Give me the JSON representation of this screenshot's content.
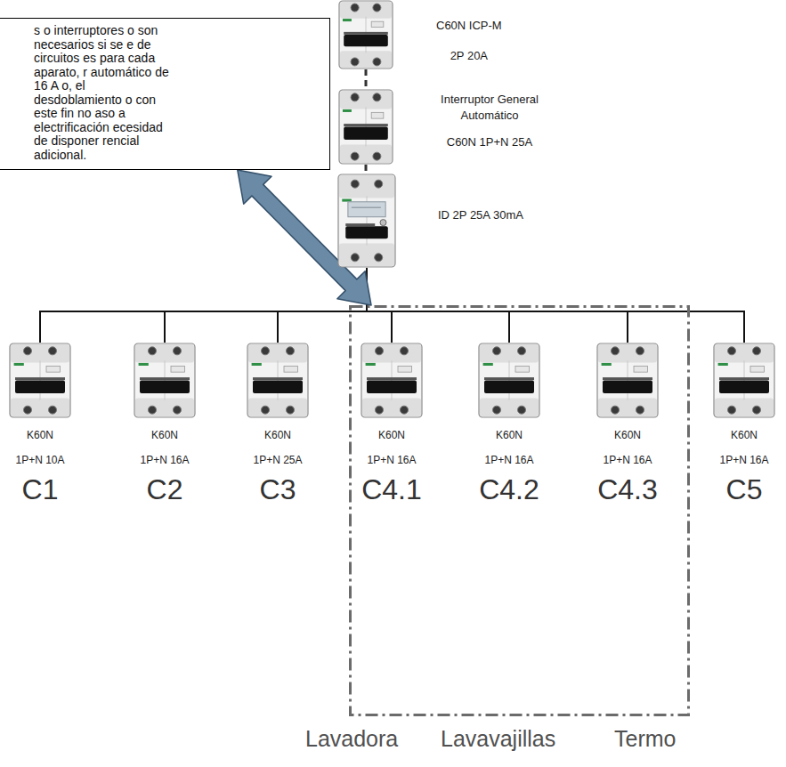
{
  "diagram": {
    "nodes": [
      {
        "text": [
          "s o interruptores o son necesarios si se e de circuitos es para cada aparato, r automático de 16 A o, el desdoblamiento o con este fin no aso a electrificación ecesidad de disponer rencial adicional."
        ]
      },
      {
        "text": [
          "C60N ICP-M",
          "2P 20A"
        ]
      },
      {
        "text": [
          "Interruptor General Automático",
          "C60N 1P+N 25A"
        ]
      },
      {
        "text": [
          "ID 2P 25A 30mA"
        ]
      },
      {
        "text": [
          "K60N",
          "1P+N 10A",
          "C1"
        ]
      },
      {
        "text": [
          "K60N",
          "1P+N 16A",
          "C2"
        ]
      },
      {
        "text": [
          "K60N",
          "1P+N 25A",
          "C3"
        ]
      },
      {
        "text": [
          "Lavadora",
          "Lavavajillas",
          "Termo"
        ]
      },
      {
        "text": [
          "K60N",
          "1P+N 16A",
          "C4.1"
        ],
        "in": 7
      },
      {
        "text": [
          "K60N",
          "1P+N 16A",
          "C4.2"
        ],
        "in": 7
      },
      {
        "text": [
          "K60N",
          "1P+N 16A",
          "C4.3"
        ],
        "in": 7
      },
      {
        "text": [
          "K60N",
          "1P+N 16A",
          "C5"
        ]
      }
    ],
    "edges": [
      {
        "from": 1,
        "to": 2,
        "arrow": "none"
      },
      {
        "from": 2,
        "to": 3,
        "arrow": "none"
      },
      {
        "from": 3,
        "to": 4,
        "arrow": "none"
      },
      {
        "from": 3,
        "to": 5,
        "arrow": "none"
      },
      {
        "from": 3,
        "to": 6,
        "arrow": "none"
      },
      {
        "from": 3,
        "to": 8,
        "arrow": "none"
      },
      {
        "from": 3,
        "to": 9,
        "arrow": "none"
      },
      {
        "from": 3,
        "to": 10,
        "arrow": "none"
      },
      {
        "from": 3,
        "to": 11,
        "arrow": "none"
      },
      {
        "from": 0,
        "to": 7,
        "arrow": "both"
      }
    ]
  }
}
